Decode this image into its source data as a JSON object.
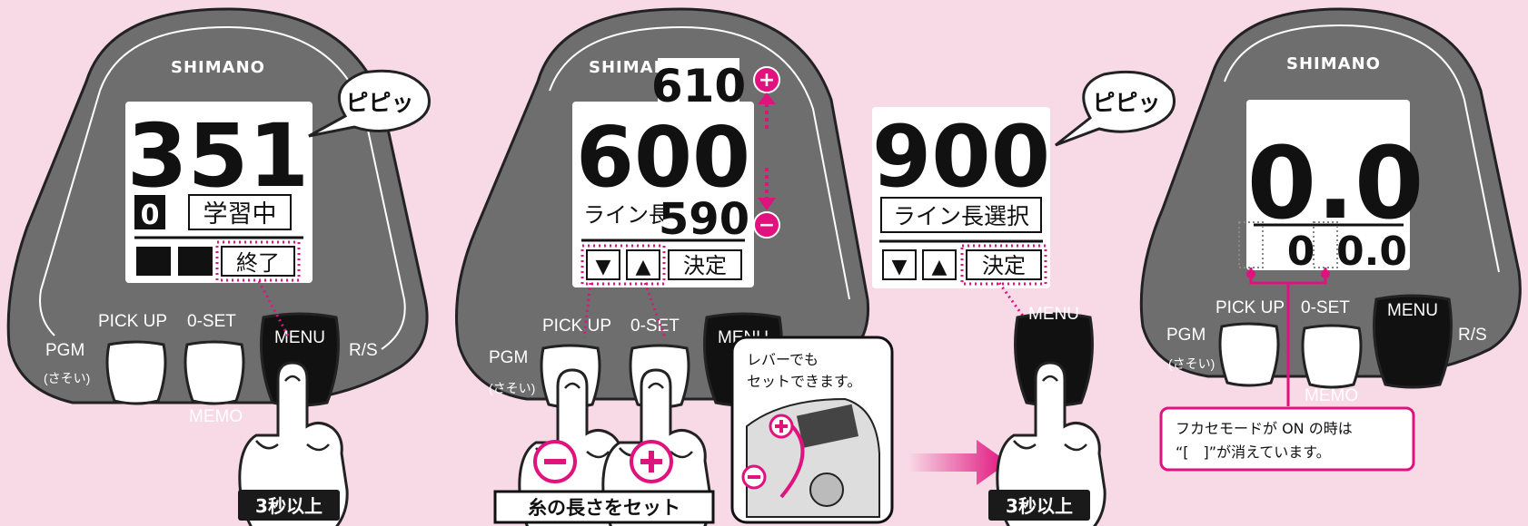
{
  "brand": "SHIMANO",
  "buttons": {
    "pgm": "PGM",
    "pgm_sub": "(さそい)",
    "pickup": "PICK UP",
    "oset": "0-SET",
    "menu": "MENU",
    "rs": "R/S",
    "memo": "MEMO"
  },
  "panel1": {
    "main_value": "351",
    "mode_digit": "0",
    "status_text": "学習中",
    "end_label": "終了",
    "bubble": "ピピッ",
    "hold_tag": "3秒以上"
  },
  "panel2": {
    "main_value": "600",
    "upper_value": "610",
    "lower_value": "590",
    "faded_text": "ライン長",
    "decide_label": "決定",
    "down_arrow": "▼",
    "up_arrow": "▲",
    "plus": "+",
    "minus": "−",
    "bottom_tag": "糸の長さをセット",
    "lever_note_line1": "レバーでも",
    "lever_note_line2": "セットできます。"
  },
  "panel3": {
    "main_value": "900",
    "title_text": "ライン長選択",
    "decide_label": "決定",
    "bubble": "ピピッ",
    "hold_tag": "3秒以上"
  },
  "panel4": {
    "main_value": "0.0",
    "sub_left": "0",
    "sub_right": "0.0",
    "note_line1": "フカセモードが ON の時は",
    "note_line2": "“[　]”が消えています。"
  },
  "colors": {
    "background": "#f8d9e6",
    "body": "#6e6e6e",
    "accent": "#e0127d",
    "lcd": "#ffffff",
    "tag": "#1a1a1a"
  },
  "icons": [
    "speech-bubble-icon",
    "finger-press-icon",
    "plus-circle-icon",
    "minus-circle-icon",
    "arrow-right-icon",
    "reel-lever-icon"
  ]
}
